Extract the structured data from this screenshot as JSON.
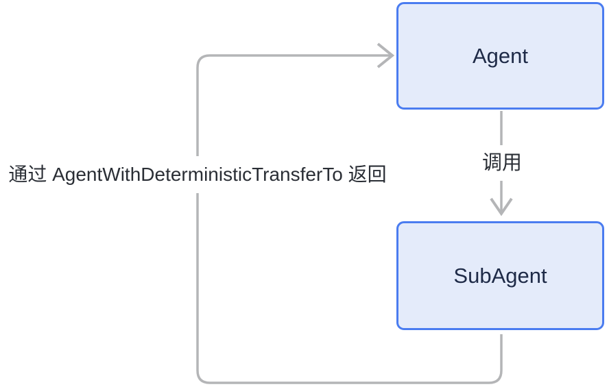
{
  "diagram": {
    "type": "flowchart",
    "nodes": {
      "agent": {
        "label": "Agent"
      },
      "subagent": {
        "label": "SubAgent"
      }
    },
    "edges": {
      "call": {
        "from": "Agent",
        "to": "SubAgent",
        "label": "调用",
        "direction": "down"
      },
      "return": {
        "from": "SubAgent",
        "to": "Agent",
        "label": "通过 AgentWithDeterministicTransferTo 返回",
        "direction": "loop-left-up"
      }
    },
    "colors": {
      "background": "#ffffff",
      "node_fill": "#e4ebfa",
      "node_border": "#4a7cf0",
      "node_text": "#1e2a47",
      "edge_line": "#b4b5b7",
      "edge_label_text": "#2a2e35"
    }
  }
}
